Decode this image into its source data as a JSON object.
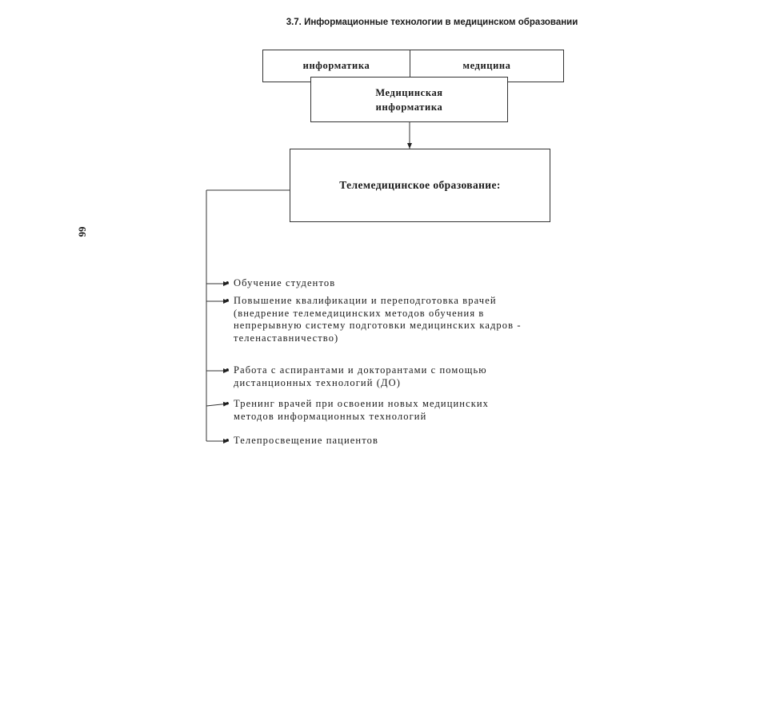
{
  "header": {
    "title": "3.7. Информационные технологии в медицинском образовании",
    "page_number": "66"
  },
  "diagram": {
    "box_informatics": "информатика",
    "box_medicine": "медицина",
    "box_med_informatics_line1": "Медицинская",
    "box_med_informatics_line2": "информатика",
    "box_telemed": "Телемедицинское образование:"
  },
  "list": {
    "items": [
      {
        "lines": [
          "Обучение студентов"
        ]
      },
      {
        "lines": [
          "Повышение квалификации и переподготовка врачей",
          "(внедрение телемедицинских методов обучения в",
          "непрерывную систему подготовки медицинских кадров -",
          "теленаставничество)"
        ]
      },
      {
        "lines": [
          "Работа с аспирантами и докторантами с помощью",
          "дистанционных технологий (ДО)"
        ]
      },
      {
        "lines": [
          "Тренинг врачей при освоении новых медицинских",
          "методов информационных технологий"
        ]
      },
      {
        "lines": [
          "Телепросвещение пациентов"
        ]
      }
    ]
  }
}
